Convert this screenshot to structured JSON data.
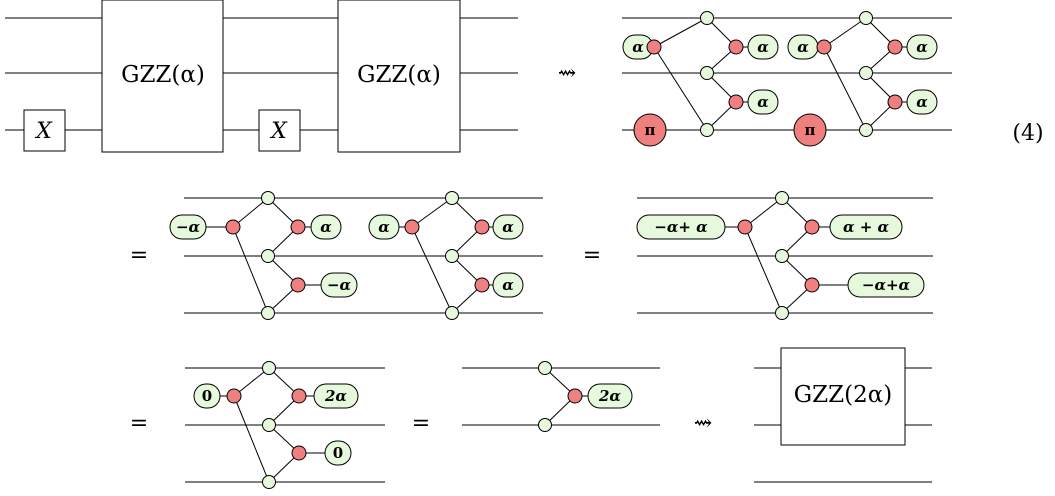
{
  "equation_number": "(4)",
  "relation_equals": "=",
  "relation_rewrite": "⇝",
  "gates": {
    "x_label": "X",
    "gzz_label": "GZZ(α)",
    "gzz2_label": "GZZ(2α)"
  },
  "phases": {
    "alpha": "α",
    "pi": "π",
    "neg_alpha": "−α",
    "neg_alpha_plus_alpha": "−α+ α",
    "alpha_plus_alpha": "α + α",
    "neg_alpha_plus_alpha_b": "−α+α",
    "zero": "0",
    "two_alpha": "2α"
  }
}
